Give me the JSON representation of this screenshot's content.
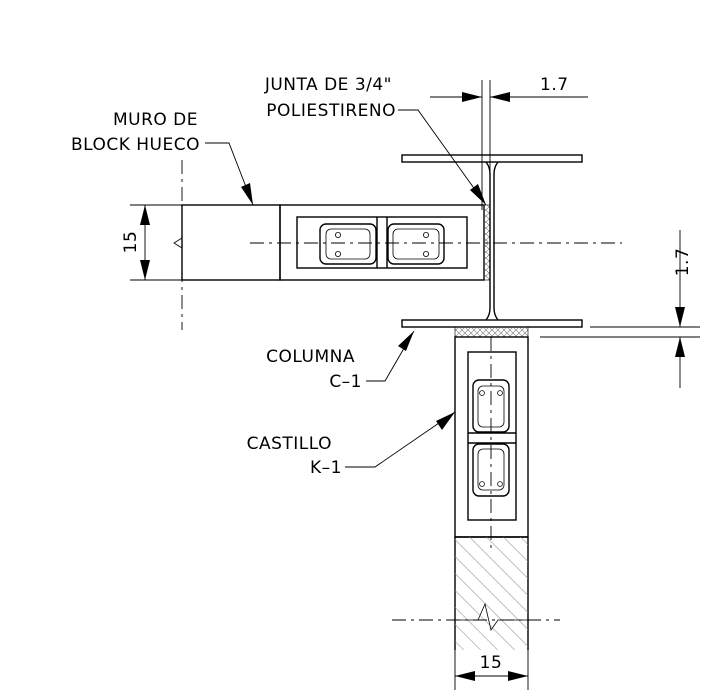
{
  "labels": {
    "muro_line1": "MURO DE",
    "muro_line2": "BLOCK HUECO",
    "junta_line1": "JUNTA DE 3/4\"",
    "junta_line2": "POLIESTIRENO",
    "columna_line1": "COLUMNA",
    "columna_line2": "C–1",
    "castillo_line1": "CASTILLO",
    "castillo_line2": "K–1"
  },
  "dimensions": {
    "top_gap": "1.7",
    "right_gap": "1.7",
    "left_wall": "15",
    "bottom_wall": "15"
  }
}
